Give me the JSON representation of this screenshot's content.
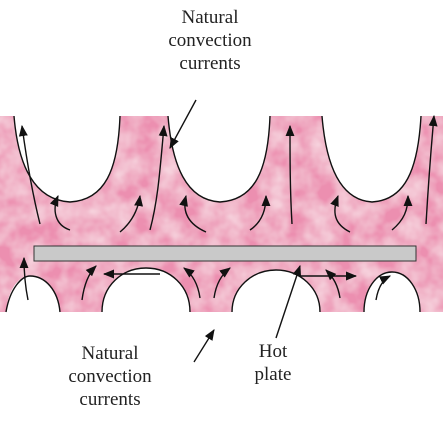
{
  "labels": {
    "top": [
      "Natural",
      "convection",
      "currents"
    ],
    "bottom": [
      "Natural",
      "convection",
      "currents"
    ],
    "plate": [
      "Hot",
      "plate"
    ]
  },
  "colors": {
    "fluid": "#ec8fb0",
    "fluid_light": "#f6c6d8",
    "plate": "#c9c9c9",
    "arrow": "#111111",
    "text": "#222222"
  }
}
